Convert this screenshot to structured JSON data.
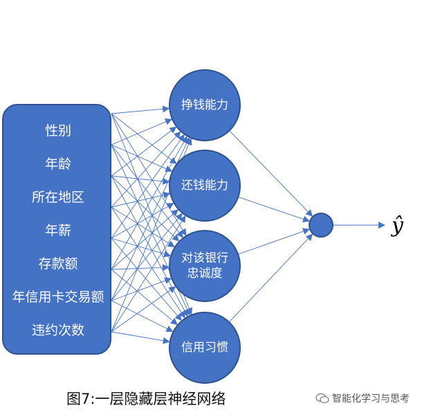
{
  "input_features": [
    "性别",
    "年龄",
    "所在地区",
    "年薪",
    "存款额",
    "年信用卡交易额",
    "违约次数"
  ],
  "hidden_nodes": [
    "挣钱能力",
    "还钱能力",
    "对该银行忠诚度",
    "信用习惯"
  ],
  "output_symbol": "ŷ",
  "caption": "图7:一层隐藏层神经网络",
  "watermark": "智能化学习与思考",
  "colors": {
    "node_fill": "#4472c4",
    "node_border": "#2f528f",
    "line": "#4472c4"
  }
}
